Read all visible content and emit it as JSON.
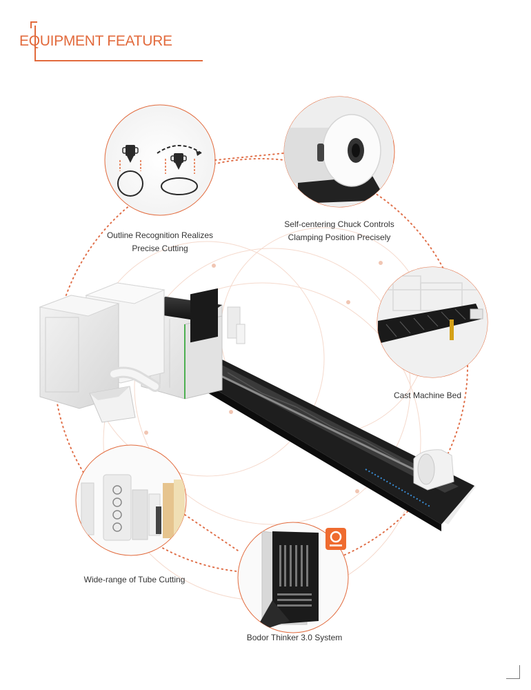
{
  "header": {
    "title": "EQUIPMENT FEATURE"
  },
  "features": [
    {
      "id": "outline",
      "line1": "Outline Recognition Realizes",
      "line2": "Precise Cutting",
      "icon": "outline-recognition-icon"
    },
    {
      "id": "chuck",
      "line1": "Self-centering Chuck Controls",
      "line2": "Clamping Position Precisely",
      "icon": "chuck-icon"
    },
    {
      "id": "bed",
      "line1": "Cast Machine Bed",
      "icon": "machine-bed-icon"
    },
    {
      "id": "tube",
      "line1": "Wide-range of Tube Cutting",
      "icon": "tubes-icon"
    },
    {
      "id": "system",
      "line1": "Bodor Thinker 3.0 System",
      "icon": "control-tablet-icon"
    }
  ],
  "colors": {
    "accent": "#e26a3c",
    "dotted_ring": "#e0704a",
    "machine_dark": "#1f1f1f",
    "machine_light": "#e8e8e8"
  }
}
